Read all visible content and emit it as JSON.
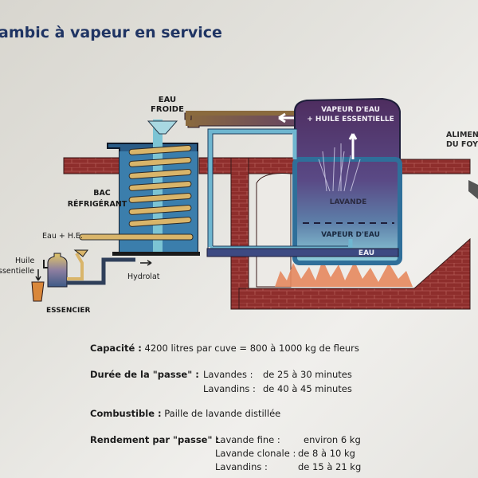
{
  "title": "ambic à vapeur en service",
  "diagram": {
    "labels": {
      "eau_froide_1": "EAU",
      "eau_froide_2": "FROIDE",
      "vapeur_huile_1": "VAPEUR D'EAU",
      "vapeur_huile_2": "+ HUILE ESSENTIELLE",
      "alimentation_1": "ALIMEN",
      "alimentation_2": "DU FOYI",
      "bac_1": "BAC",
      "bac_2": "RÉFRIGÉRANT",
      "eau_he": "Eau + H.E.",
      "huile_1": "Huile",
      "huile_2": "ssentielle",
      "hydrolat": "Hydrolat",
      "essencier": "ESSENCIER",
      "lavande": "LAVANDE",
      "vapeur_eau": "VAPEUR D'EAU",
      "eau": "EAU"
    },
    "colors": {
      "title": "#1f3463",
      "brick": "#8c2b2b",
      "tank_blue": "#3d7fa8",
      "coil": "#d9b56a",
      "still_purple": "#5b3a6e",
      "water_cyan": "#7cc4d4",
      "fire": "#e88a60"
    }
  },
  "info": {
    "capacite_label": "Capacité :",
    "capacite_value": "4200 litres par cuve = 800 à 1000 kg de fleurs",
    "duree_label": "Durée de la \"passe\" :",
    "duree_rows": [
      {
        "name": "Lavandes :",
        "value": "de 25 à 30 minutes"
      },
      {
        "name": "Lavandins :",
        "value": "de 40 à 45 minutes"
      }
    ],
    "combustible_label": "Combustible :",
    "combustible_value": "Paille de lavande distillée",
    "rendement_label": "Rendement par \"passe\" :",
    "rendement_rows": [
      {
        "name": "Lavande fine :",
        "value": "environ 6 kg"
      },
      {
        "name": "Lavande clonale :",
        "value": "de 8 à 10 kg"
      },
      {
        "name": "Lavandins :",
        "value": "de 15 à 21 kg"
      }
    ]
  }
}
